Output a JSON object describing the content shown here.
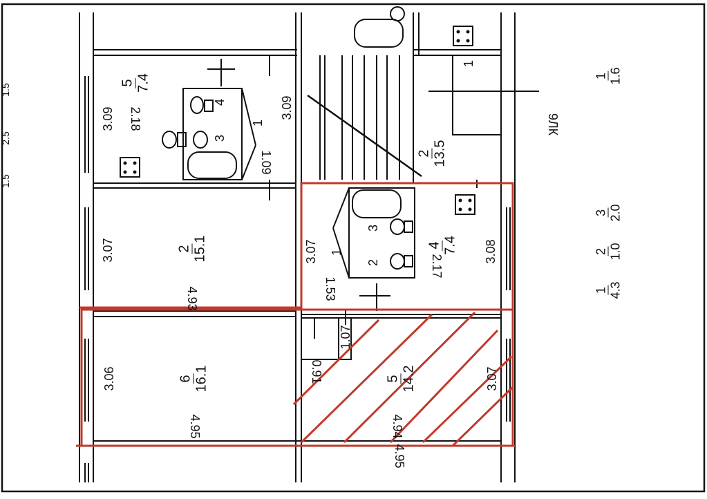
{
  "plan": {
    "highlight_color": "#c0392b",
    "line_color": "#111111",
    "rooms": [
      {
        "id": "room-5-top",
        "number": "5",
        "area": "7.4",
        "dim_a": "3.09",
        "dim_b": "2.18"
      },
      {
        "id": "room-2-corridor",
        "number": "2",
        "area": "13.5",
        "dim_a": "3.09",
        "dim_b": "1.09"
      },
      {
        "id": "room-2-left",
        "number": "2",
        "area": "15.1",
        "dim_a": "3.07",
        "dim_b": "4.93"
      },
      {
        "id": "room-4-bath",
        "number": "4",
        "area": "7.4",
        "dim_a": "3.07",
        "dim_b": "3.08",
        "dim_c": "2.17",
        "dim_d": "1.53"
      },
      {
        "id": "room-6",
        "number": "6",
        "area": "16.1",
        "dim_a": "3.06",
        "dim_b": "4.95"
      },
      {
        "id": "room-5-hatched",
        "number": "5",
        "area": "14.2",
        "dim_a": "3.07",
        "dim_b": "4.94",
        "dim_c": "1.07",
        "dim_d": "0.91"
      }
    ],
    "fixture_labels": {
      "top_1": "1",
      "top_3": "3",
      "top_4": "4",
      "mid_1": "1",
      "mid_2": "2",
      "mid_3": "3",
      "right_1": "1"
    },
    "outer_dim": "4.95",
    "stair_label": "9ЛК",
    "legend_top": {
      "num": "1",
      "den": "1.6"
    },
    "legend_bottom": [
      {
        "num": "1",
        "den": "4.3"
      },
      {
        "num": "2",
        "den": "1.0"
      },
      {
        "num": "3",
        "den": "2.0"
      }
    ],
    "edge_labels": [
      "1.5",
      "2.5",
      "1.5"
    ]
  }
}
